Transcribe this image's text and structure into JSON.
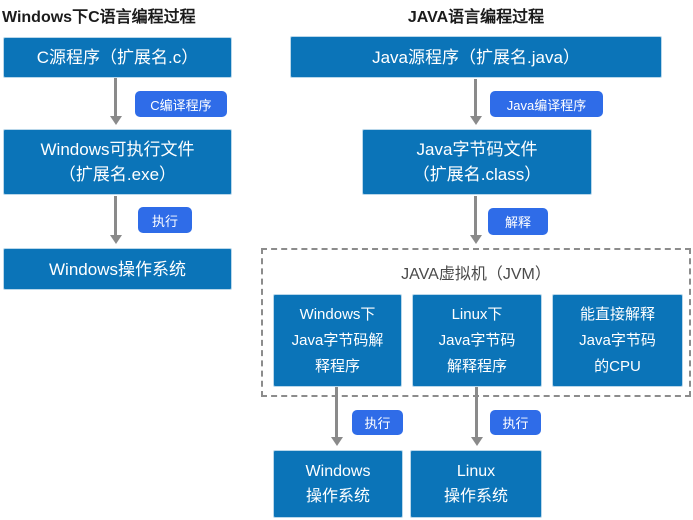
{
  "left_column": {
    "title": "Windows下C语言编程过程",
    "source_box": "C源程序（扩展名.c）",
    "compiler_badge": "C编译程序",
    "exe_box_lines": [
      "Windows可执行文件",
      "（扩展名.exe）"
    ],
    "run_badge": "执行",
    "os_box": "Windows操作系统"
  },
  "right_column": {
    "title": "JAVA语言编程过程",
    "source_box": "Java源程序（扩展名.java）",
    "compiler_badge": "Java编译程序",
    "bytecode_box_lines": [
      "Java字节码文件",
      "（扩展名.class）"
    ],
    "interpret_badge": "解释",
    "jvm_box": {
      "title": "JAVA虚拟机（JVM）",
      "windows_interpreter_lines": [
        "Windows下",
        "Java字节码解",
        "释程序"
      ],
      "linux_interpreter_lines": [
        "Linux下",
        "Java字节码",
        "解释程序"
      ],
      "cpu_lines": [
        "能直接解释",
        "Java字节码",
        "的CPU"
      ]
    },
    "windows_run_badge": "执行",
    "linux_run_badge": "执行",
    "windows_os_lines": [
      "Windows",
      "操作系统"
    ],
    "linux_os_lines": [
      "Linux",
      "操作系统"
    ]
  },
  "colors": {
    "process_box_blue": "#0b74b8",
    "badge_blue": "#2f6ce8",
    "arrow_gray": "#8a8a8a",
    "dashed_border_gray": "#8c8c8c",
    "jvm_title_gray": "#4a4a4a",
    "heading_black": "#1b1b1b",
    "box_text_white": "#ffffff"
  }
}
